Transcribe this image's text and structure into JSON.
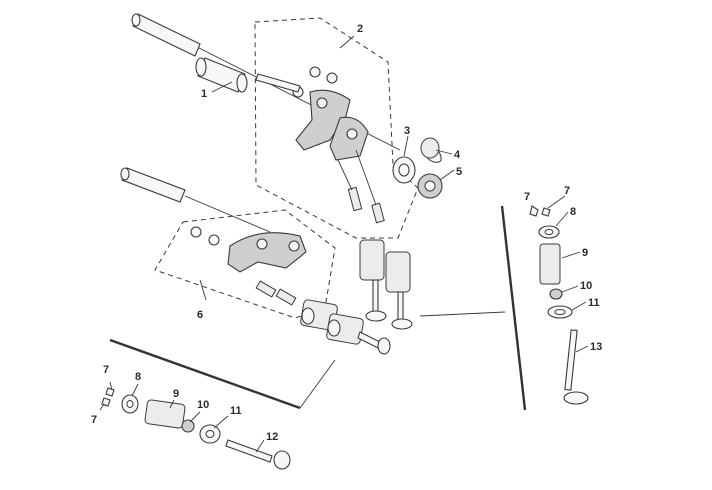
{
  "diagram": {
    "type": "exploded-parts-diagram",
    "callouts": {
      "c1": "1",
      "c2": "2",
      "c3": "3",
      "c4": "4",
      "c5": "5",
      "c6": "6",
      "c7a": "7",
      "c7b": "7",
      "c7c": "7",
      "c7d": "7",
      "c8a": "8",
      "c8b": "8",
      "c9a": "9",
      "c9b": "9",
      "c10a": "10",
      "c10b": "10",
      "c11a": "11",
      "c11b": "11",
      "c12": "12",
      "c13": "13"
    }
  }
}
